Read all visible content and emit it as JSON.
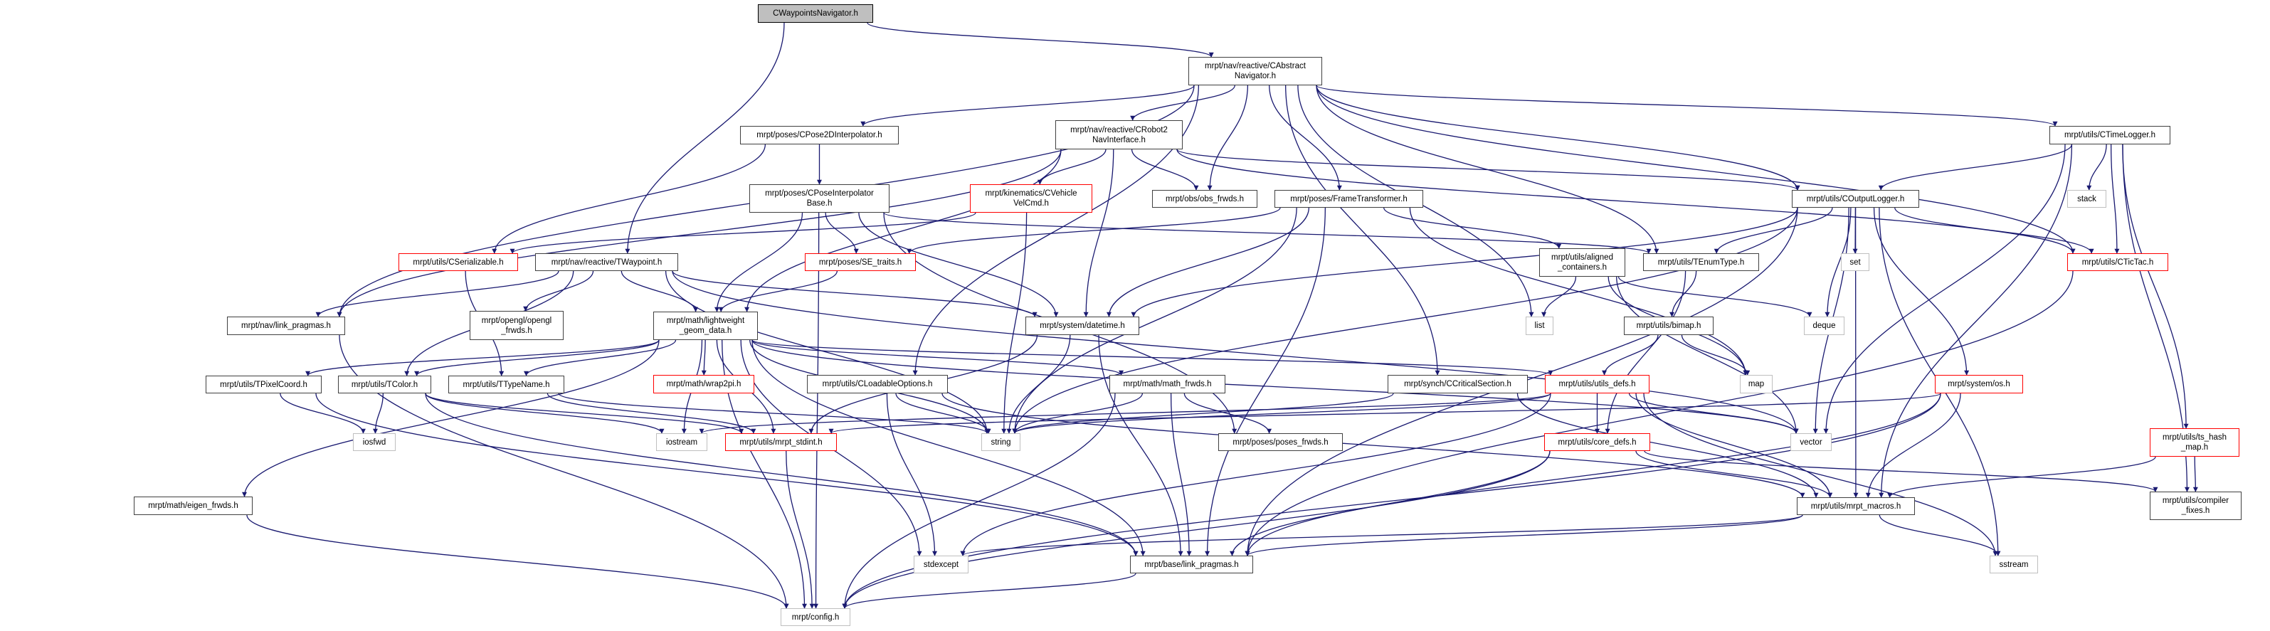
{
  "title": "CWaypointsNavigator.h",
  "colors": {
    "edge": "#191970",
    "incomplete_border": "#ff0000",
    "system_border": "#bfbfbf",
    "root_fill": "#bfbfbf",
    "node_border": "#404040"
  },
  "nodes": [
    {
      "id": "root",
      "kind": "root",
      "label": [
        "CWaypointsNavigator.h"
      ]
    },
    {
      "id": "abstractnav",
      "kind": "normal",
      "label": [
        "mrpt/nav/reactive/CAbstract",
        "Navigator.h"
      ]
    },
    {
      "id": "pose2dinterp",
      "kind": "normal",
      "label": [
        "mrpt/poses/CPose2DInterpolator.h"
      ]
    },
    {
      "id": "robot2nav",
      "kind": "normal",
      "label": [
        "mrpt/nav/reactive/CRobot2",
        "NavInterface.h"
      ]
    },
    {
      "id": "timelogger",
      "kind": "normal",
      "label": [
        "mrpt/utils/CTimeLogger.h"
      ]
    },
    {
      "id": "poseinterpbase",
      "kind": "normal",
      "label": [
        "mrpt/poses/CPoseInterpolator",
        "Base.h"
      ]
    },
    {
      "id": "vehiclevel",
      "kind": "red",
      "label": [
        "mrpt/kinematics/CVehicle",
        "VelCmd.h"
      ]
    },
    {
      "id": "obsfrwds",
      "kind": "normal",
      "label": [
        "mrpt/obs/obs_frwds.h"
      ]
    },
    {
      "id": "frametrans",
      "kind": "normal",
      "label": [
        "mrpt/poses/FrameTransformer.h"
      ]
    },
    {
      "id": "outputlogger",
      "kind": "normal",
      "label": [
        "mrpt/utils/COutputLogger.h"
      ]
    },
    {
      "id": "stack",
      "kind": "gray",
      "label": [
        "stack"
      ]
    },
    {
      "id": "cserializable",
      "kind": "red",
      "label": [
        "mrpt/utils/CSerializable.h"
      ]
    },
    {
      "id": "twaypoint",
      "kind": "normal",
      "label": [
        "mrpt/nav/reactive/TWaypoint.h"
      ]
    },
    {
      "id": "setraits",
      "kind": "red",
      "label": [
        "mrpt/poses/SE_traits.h"
      ]
    },
    {
      "id": "aligned",
      "kind": "normal",
      "label": [
        "mrpt/utils/aligned",
        "_containers.h"
      ]
    },
    {
      "id": "tenumtype",
      "kind": "normal",
      "label": [
        "mrpt/utils/TEnumType.h"
      ]
    },
    {
      "id": "set",
      "kind": "gray",
      "label": [
        "set"
      ]
    },
    {
      "id": "tictac",
      "kind": "red",
      "label": [
        "mrpt/utils/CTicTac.h"
      ]
    },
    {
      "id": "navlink",
      "kind": "normal",
      "label": [
        "mrpt/nav/link_pragmas.h"
      ]
    },
    {
      "id": "opengl",
      "kind": "normal",
      "label": [
        "mrpt/opengl/opengl",
        "_frwds.h"
      ]
    },
    {
      "id": "lwgeom",
      "kind": "normal",
      "label": [
        "mrpt/math/lightweight",
        "_geom_data.h"
      ]
    },
    {
      "id": "datetime",
      "kind": "normal",
      "label": [
        "mrpt/system/datetime.h"
      ]
    },
    {
      "id": "list",
      "kind": "gray",
      "label": [
        "list"
      ]
    },
    {
      "id": "bimap",
      "kind": "normal",
      "label": [
        "mrpt/utils/bimap.h"
      ]
    },
    {
      "id": "deque",
      "kind": "gray",
      "label": [
        "deque"
      ]
    },
    {
      "id": "tpixel",
      "kind": "normal",
      "label": [
        "mrpt/utils/TPixelCoord.h"
      ]
    },
    {
      "id": "tcolor",
      "kind": "normal",
      "label": [
        "mrpt/utils/TColor.h"
      ]
    },
    {
      "id": "ttypename",
      "kind": "normal",
      "label": [
        "mrpt/utils/TTypeName.h"
      ]
    },
    {
      "id": "wrap2pi",
      "kind": "red",
      "label": [
        "mrpt/math/wrap2pi.h"
      ]
    },
    {
      "id": "cloadable",
      "kind": "normal",
      "label": [
        "mrpt/utils/CLoadableOptions.h"
      ]
    },
    {
      "id": "mathfrwds",
      "kind": "normal",
      "label": [
        "mrpt/math/math_frwds.h"
      ]
    },
    {
      "id": "ccritical",
      "kind": "normal",
      "label": [
        "mrpt/synch/CCriticalSection.h"
      ]
    },
    {
      "id": "utilsdefs",
      "kind": "red",
      "label": [
        "mrpt/utils/utils_defs.h"
      ]
    },
    {
      "id": "map",
      "kind": "gray",
      "label": [
        "map"
      ]
    },
    {
      "id": "osh",
      "kind": "red",
      "label": [
        "mrpt/system/os.h"
      ]
    },
    {
      "id": "iosfwd",
      "kind": "gray",
      "label": [
        "iosfwd"
      ]
    },
    {
      "id": "iostream",
      "kind": "gray",
      "label": [
        "iostream"
      ]
    },
    {
      "id": "stdint",
      "kind": "red",
      "label": [
        "mrpt/utils/mrpt_stdint.h"
      ]
    },
    {
      "id": "string",
      "kind": "gray",
      "label": [
        "string"
      ]
    },
    {
      "id": "posesfrwds",
      "kind": "normal",
      "label": [
        "mrpt/poses/poses_frwds.h"
      ]
    },
    {
      "id": "coredefs",
      "kind": "red",
      "label": [
        "mrpt/utils/core_defs.h"
      ]
    },
    {
      "id": "vector",
      "kind": "gray",
      "label": [
        "vector"
      ]
    },
    {
      "id": "tshash",
      "kind": "red",
      "label": [
        "mrpt/utils/ts_hash",
        "_map.h"
      ]
    },
    {
      "id": "eigen",
      "kind": "normal",
      "label": [
        "mrpt/math/eigen_frwds.h"
      ]
    },
    {
      "id": "macros",
      "kind": "normal",
      "label": [
        "mrpt/utils/mrpt_macros.h"
      ]
    },
    {
      "id": "compiler",
      "kind": "normal",
      "label": [
        "mrpt/utils/compiler",
        "_fixes.h"
      ]
    },
    {
      "id": "stdexcept",
      "kind": "gray",
      "label": [
        "stdexcept"
      ]
    },
    {
      "id": "baselink",
      "kind": "normal",
      "label": [
        "mrpt/base/link_pragmas.h"
      ]
    },
    {
      "id": "sstream",
      "kind": "gray",
      "label": [
        "sstream"
      ]
    },
    {
      "id": "config",
      "kind": "gray",
      "label": [
        "mrpt/config.h"
      ]
    }
  ],
  "edges": [
    [
      "root",
      "abstractnav"
    ],
    [
      "root",
      "twaypoint"
    ],
    [
      "abstractnav",
      "navlink"
    ],
    [
      "abstractnav",
      "pose2dinterp"
    ],
    [
      "abstractnav",
      "robot2nav"
    ],
    [
      "abstractnav",
      "obsfrwds"
    ],
    [
      "abstractnav",
      "frametrans"
    ],
    [
      "abstractnav",
      "cloadable"
    ],
    [
      "abstractnav",
      "ccritical"
    ],
    [
      "abstractnav",
      "list"
    ],
    [
      "abstractnav",
      "outputlogger"
    ],
    [
      "abstractnav",
      "tenumtype"
    ],
    [
      "abstractnav",
      "timelogger"
    ],
    [
      "abstractnav",
      "tictac"
    ],
    [
      "pose2dinterp",
      "poseinterpbase"
    ],
    [
      "pose2dinterp",
      "cserializable"
    ],
    [
      "robot2nav",
      "vehiclevel"
    ],
    [
      "robot2nav",
      "obsfrwds"
    ],
    [
      "robot2nav",
      "datetime"
    ],
    [
      "robot2nav",
      "lwgeom"
    ],
    [
      "robot2nav",
      "navlink"
    ],
    [
      "robot2nav",
      "outputlogger"
    ],
    [
      "robot2nav",
      "tictac"
    ],
    [
      "poseinterpbase",
      "setraits"
    ],
    [
      "poseinterpbase",
      "lwgeom"
    ],
    [
      "poseinterpbase",
      "datetime"
    ],
    [
      "poseinterpbase",
      "posesfrwds"
    ],
    [
      "poseinterpbase",
      "tenumtype"
    ],
    [
      "poseinterpbase",
      "config"
    ],
    [
      "vehiclevel",
      "cserializable"
    ],
    [
      "vehiclevel",
      "string"
    ],
    [
      "frametrans",
      "setraits"
    ],
    [
      "frametrans",
      "datetime"
    ],
    [
      "frametrans",
      "aligned"
    ],
    [
      "frametrans",
      "string"
    ],
    [
      "frametrans",
      "baselink"
    ],
    [
      "frametrans",
      "map"
    ],
    [
      "twaypoint",
      "navlink"
    ],
    [
      "twaypoint",
      "opengl"
    ],
    [
      "twaypoint",
      "lwgeom"
    ],
    [
      "twaypoint",
      "tcolor"
    ],
    [
      "twaypoint",
      "string"
    ],
    [
      "twaypoint",
      "datetime"
    ],
    [
      "twaypoint",
      "vector"
    ],
    [
      "cserializable",
      "ttypename"
    ],
    [
      "setraits",
      "lwgeom"
    ],
    [
      "lwgeom",
      "tpixel"
    ],
    [
      "lwgeom",
      "tcolor"
    ],
    [
      "lwgeom",
      "ttypename"
    ],
    [
      "lwgeom",
      "wrap2pi"
    ],
    [
      "lwgeom",
      "mathfrwds"
    ],
    [
      "lwgeom",
      "eigen"
    ],
    [
      "lwgeom",
      "stdint"
    ],
    [
      "lwgeom",
      "iostream"
    ],
    [
      "lwgeom",
      "utilsdefs"
    ],
    [
      "lwgeom",
      "vector"
    ],
    [
      "lwgeom",
      "stdexcept"
    ],
    [
      "lwgeom",
      "baselink"
    ],
    [
      "lwgeom",
      "config"
    ],
    [
      "lwgeom",
      "string"
    ],
    [
      "datetime",
      "stdint"
    ],
    [
      "datetime",
      "string"
    ],
    [
      "datetime",
      "baselink"
    ],
    [
      "cloadable",
      "string"
    ],
    [
      "cloadable",
      "stdexcept"
    ],
    [
      "cloadable",
      "macros"
    ],
    [
      "mathfrwds",
      "string"
    ],
    [
      "mathfrwds",
      "posesfrwds"
    ],
    [
      "mathfrwds",
      "baselink"
    ],
    [
      "mathfrwds",
      "config"
    ],
    [
      "tpixel",
      "iosfwd"
    ],
    [
      "tpixel",
      "baselink"
    ],
    [
      "tcolor",
      "iosfwd"
    ],
    [
      "tcolor",
      "iostream"
    ],
    [
      "tcolor",
      "stdint"
    ],
    [
      "tcolor",
      "baselink"
    ],
    [
      "ttypename",
      "string"
    ],
    [
      "ttypename",
      "stdint"
    ],
    [
      "stdint",
      "config"
    ],
    [
      "eigen",
      "config"
    ],
    [
      "navlink",
      "config"
    ],
    [
      "ccritical",
      "string"
    ],
    [
      "ccritical",
      "macros"
    ],
    [
      "utilsdefs",
      "coredefs"
    ],
    [
      "utilsdefs",
      "string"
    ],
    [
      "utilsdefs",
      "iostream"
    ],
    [
      "utilsdefs",
      "stdexcept"
    ],
    [
      "utilsdefs",
      "vector"
    ],
    [
      "utilsdefs",
      "macros"
    ],
    [
      "utilsdefs",
      "sstream"
    ],
    [
      "coredefs",
      "baselink"
    ],
    [
      "coredefs",
      "config"
    ],
    [
      "coredefs",
      "macros"
    ],
    [
      "coredefs",
      "compiler"
    ],
    [
      "aligned",
      "list"
    ],
    [
      "aligned",
      "deque"
    ],
    [
      "aligned",
      "map"
    ],
    [
      "aligned",
      "vector"
    ],
    [
      "tenumtype",
      "bimap"
    ],
    [
      "tenumtype",
      "coredefs"
    ],
    [
      "bimap",
      "map"
    ],
    [
      "bimap",
      "utilsdefs"
    ],
    [
      "outputlogger",
      "tenumtype"
    ],
    [
      "outputlogger",
      "set"
    ],
    [
      "outputlogger",
      "deque"
    ],
    [
      "outputlogger",
      "tictac"
    ],
    [
      "outputlogger",
      "osh"
    ],
    [
      "outputlogger",
      "datetime"
    ],
    [
      "outputlogger",
      "string"
    ],
    [
      "outputlogger",
      "vector"
    ],
    [
      "outputlogger",
      "macros"
    ],
    [
      "outputlogger",
      "sstream"
    ],
    [
      "outputlogger",
      "baselink"
    ],
    [
      "timelogger",
      "outputlogger"
    ],
    [
      "timelogger",
      "stack"
    ],
    [
      "timelogger",
      "tictac"
    ],
    [
      "timelogger",
      "vector"
    ],
    [
      "timelogger",
      "macros"
    ],
    [
      "timelogger",
      "tshash"
    ],
    [
      "timelogger",
      "compiler"
    ],
    [
      "tictac",
      "baselink"
    ],
    [
      "osh",
      "macros"
    ],
    [
      "osh",
      "baselink"
    ],
    [
      "osh",
      "config"
    ],
    [
      "osh",
      "stdint"
    ],
    [
      "tshash",
      "macros"
    ],
    [
      "tshash",
      "compiler"
    ],
    [
      "macros",
      "stdexcept"
    ],
    [
      "macros",
      "baselink"
    ],
    [
      "macros",
      "sstream"
    ],
    [
      "baselink",
      "config"
    ]
  ]
}
